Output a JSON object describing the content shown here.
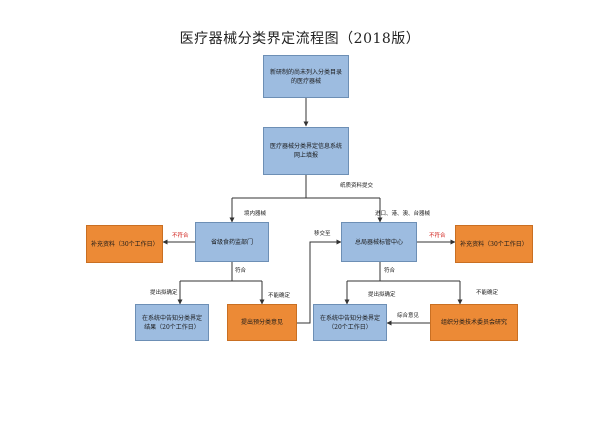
{
  "title": "医疗器械分类界定流程图（2018版）",
  "nodes": {
    "start": "新研制的尚未列入分类目录的医疗器械",
    "submit": "医疗器械分类界定信息系统网上填报",
    "province": "省级食药监部门",
    "center": "总局器械标管中心",
    "supp_left": "补充资料（30个工作日）",
    "supp_right": "补充资料（30个工作日）",
    "result_left": "在系统中告知分类界定结果（20个工作日）",
    "nodecide_left": "提出预分类意见",
    "result_right": "在系统中告知分类界定（20个工作日）",
    "expert": "组织分类技术委员会研究"
  },
  "labels": {
    "complete": "纸质资料提交",
    "domestic": "境内器械",
    "imported": "进口、港、澳、台器械",
    "fail_left": "不符合",
    "fail_right": "不符合",
    "pass_left": "符合",
    "pass_right": "符合",
    "can_left": "提出拟确定",
    "cannot_left": "不能确定",
    "transfer": "移交至",
    "can_right": "提出拟确定",
    "cannot_right": "不能确定",
    "opinion": "综合意见"
  },
  "colors": {
    "process": "#9dbce0",
    "supplement": "#ec8a36",
    "line": "#333333",
    "warning": "#d2231d"
  }
}
